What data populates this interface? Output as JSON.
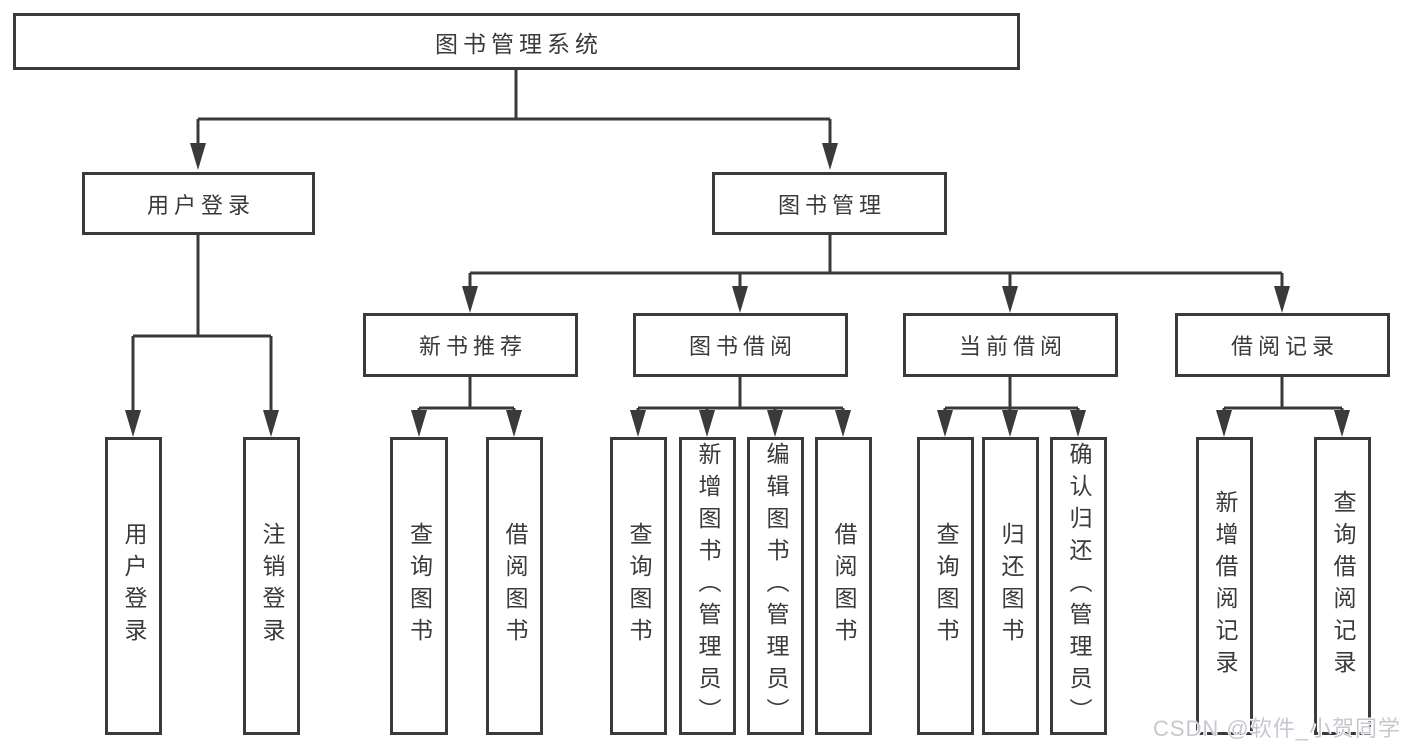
{
  "tree": {
    "label": "图书管理系统",
    "children": [
      {
        "label": "用户登录",
        "children": [
          {
            "label": "用户登录"
          },
          {
            "label": "注销登录"
          }
        ]
      },
      {
        "label": "图书管理",
        "children": [
          {
            "label": "新书推荐",
            "children": [
              {
                "label": "查询图书"
              },
              {
                "label": "借阅图书"
              }
            ]
          },
          {
            "label": "图书借阅",
            "children": [
              {
                "label": "查询图书"
              },
              {
                "label": "新增图书（管理员）"
              },
              {
                "label": "编辑图书（管理员）"
              },
              {
                "label": "借阅图书"
              }
            ]
          },
          {
            "label": "当前借阅",
            "children": [
              {
                "label": "查询图书"
              },
              {
                "label": "归还图书"
              },
              {
                "label": "确认归还（管理员）"
              }
            ]
          },
          {
            "label": "借阅记录",
            "children": [
              {
                "label": "新增借阅记录"
              },
              {
                "label": "查询借阅记录"
              }
            ]
          }
        ]
      }
    ]
  },
  "watermark": {
    "text": "CSDN @软件_小贺同学"
  },
  "colors": {
    "line": "#3a3a3a",
    "text": "#3a3a3a",
    "node_background": "#ffffff",
    "background": "#ffffff",
    "watermark": "#c5c9ce"
  }
}
